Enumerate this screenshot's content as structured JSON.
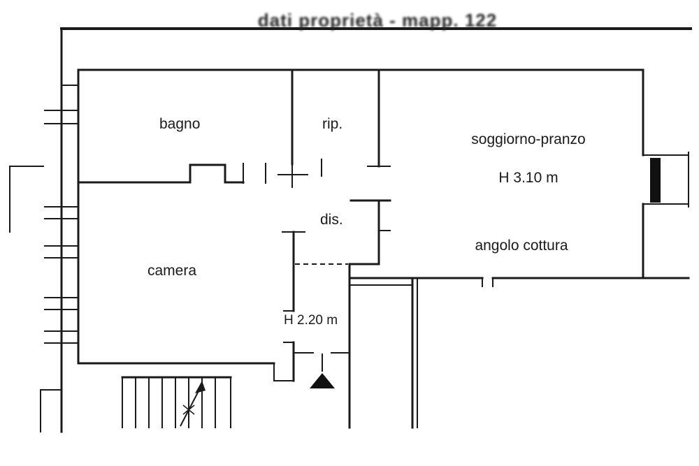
{
  "header": {
    "title": "dati proprietà - mapp. 122"
  },
  "rooms": {
    "bagno": {
      "label": "bagno"
    },
    "rip": {
      "label": "rip."
    },
    "soggiorno": {
      "label": "soggiorno-pranzo",
      "height": "H 3.10 m",
      "kitchen_corner": "angolo cottura"
    },
    "dis": {
      "label": "dis."
    },
    "camera": {
      "label": "camera"
    },
    "corridor": {
      "height": "H 2.20 m"
    }
  },
  "colors": {
    "ink": "#1a1a1a",
    "background": "#ffffff"
  }
}
